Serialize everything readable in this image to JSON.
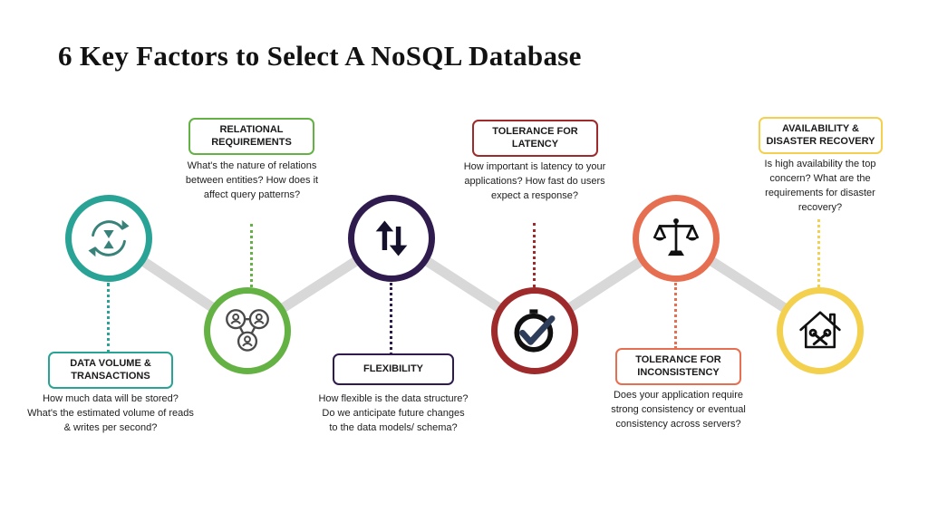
{
  "title": "6 Key Factors to Select A NoSQL Database",
  "connector": {
    "color": "#d8d8d8"
  },
  "factors": [
    {
      "label": "DATA VOLUME & TRANSACTIONS",
      "description": "How much data will be stored? What's the estimated volume of reads & writes per second?",
      "color": "#29a395",
      "icon": "sync-hourglass-icon"
    },
    {
      "label": "RELATIONAL REQUIREMENTS",
      "description": "What's the nature of relations between entities? How does it affect query patterns?",
      "color": "#65b244",
      "icon": "entity-network-icon"
    },
    {
      "label": "FLEXIBILITY",
      "description": "How flexible is the data structure? Do we anticipate future changes to the data models/ schema?",
      "color": "#2f1b4e",
      "icon": "up-down-arrows-icon"
    },
    {
      "label": "TOLERANCE FOR LATENCY",
      "description": "How important is latency to your applications? How fast do users expect a response?",
      "color": "#9e2a2b",
      "icon": "clock-check-icon"
    },
    {
      "label": "TOLERANCE FOR INCONSISTENCY",
      "description": "Does your application require strong consistency or eventual consistency across servers?",
      "color": "#e76f51",
      "icon": "balance-scale-icon"
    },
    {
      "label": "AVAILABILITY & DISASTER RECOVERY",
      "description": "Is high availability the top concern? What are the requirements for disaster recovery?",
      "color": "#f3d04e",
      "icon": "house-tools-icon"
    }
  ]
}
